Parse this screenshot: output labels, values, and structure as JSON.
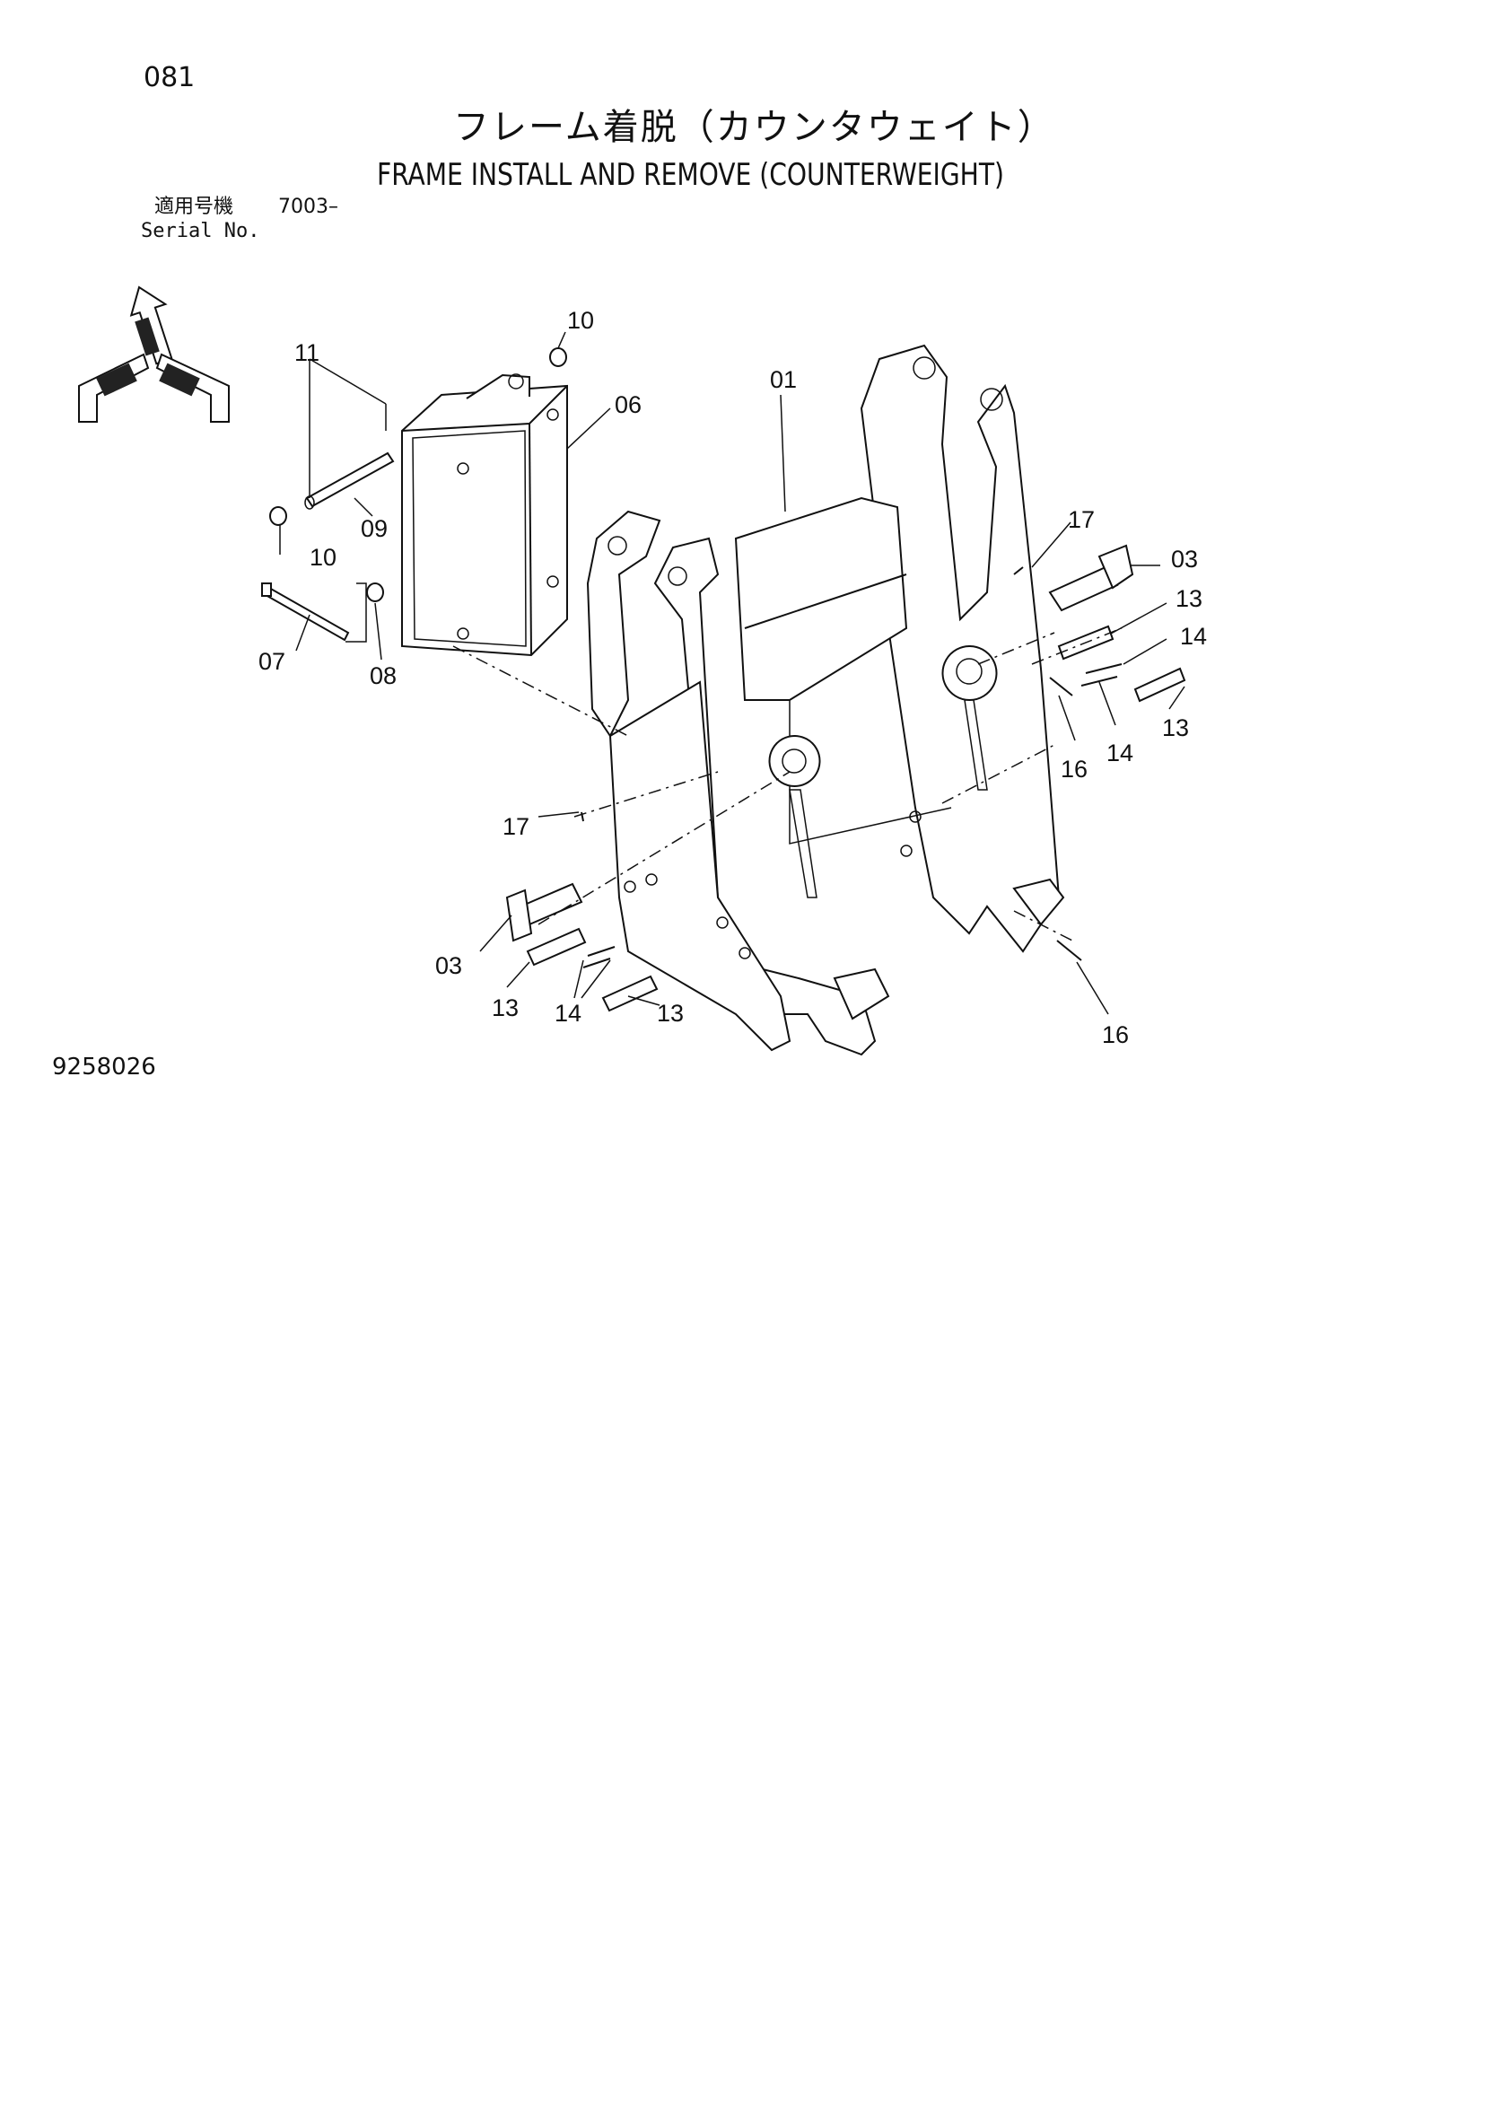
{
  "header": {
    "page_number": "081",
    "title_ja": "フレーム着脱（カウンタウェイト）",
    "title_en": "FRAME INSTALL AND REMOVE (COUNTERWEIGHT)",
    "serial_label_ja": "適用号機",
    "serial_value": "7003–",
    "serial_label_en": "Serial No."
  },
  "footer": {
    "drawing_number": "9258026"
  },
  "orientation_icon": {
    "name": "orientation-arrows-icon"
  },
  "callouts": {
    "c11": "11",
    "c10a": "10",
    "c06": "06",
    "c01": "01",
    "c09": "09",
    "c10b": "10",
    "c07": "07",
    "c08": "08",
    "c17a": "17",
    "c03a": "03",
    "c13a": "13",
    "c14a": "14",
    "c13b": "13",
    "c16a": "16",
    "c14b": "14",
    "c17b": "17",
    "c03b": "03",
    "c13c": "13",
    "c14c": "14",
    "c13d": "13",
    "c16b": "16"
  }
}
